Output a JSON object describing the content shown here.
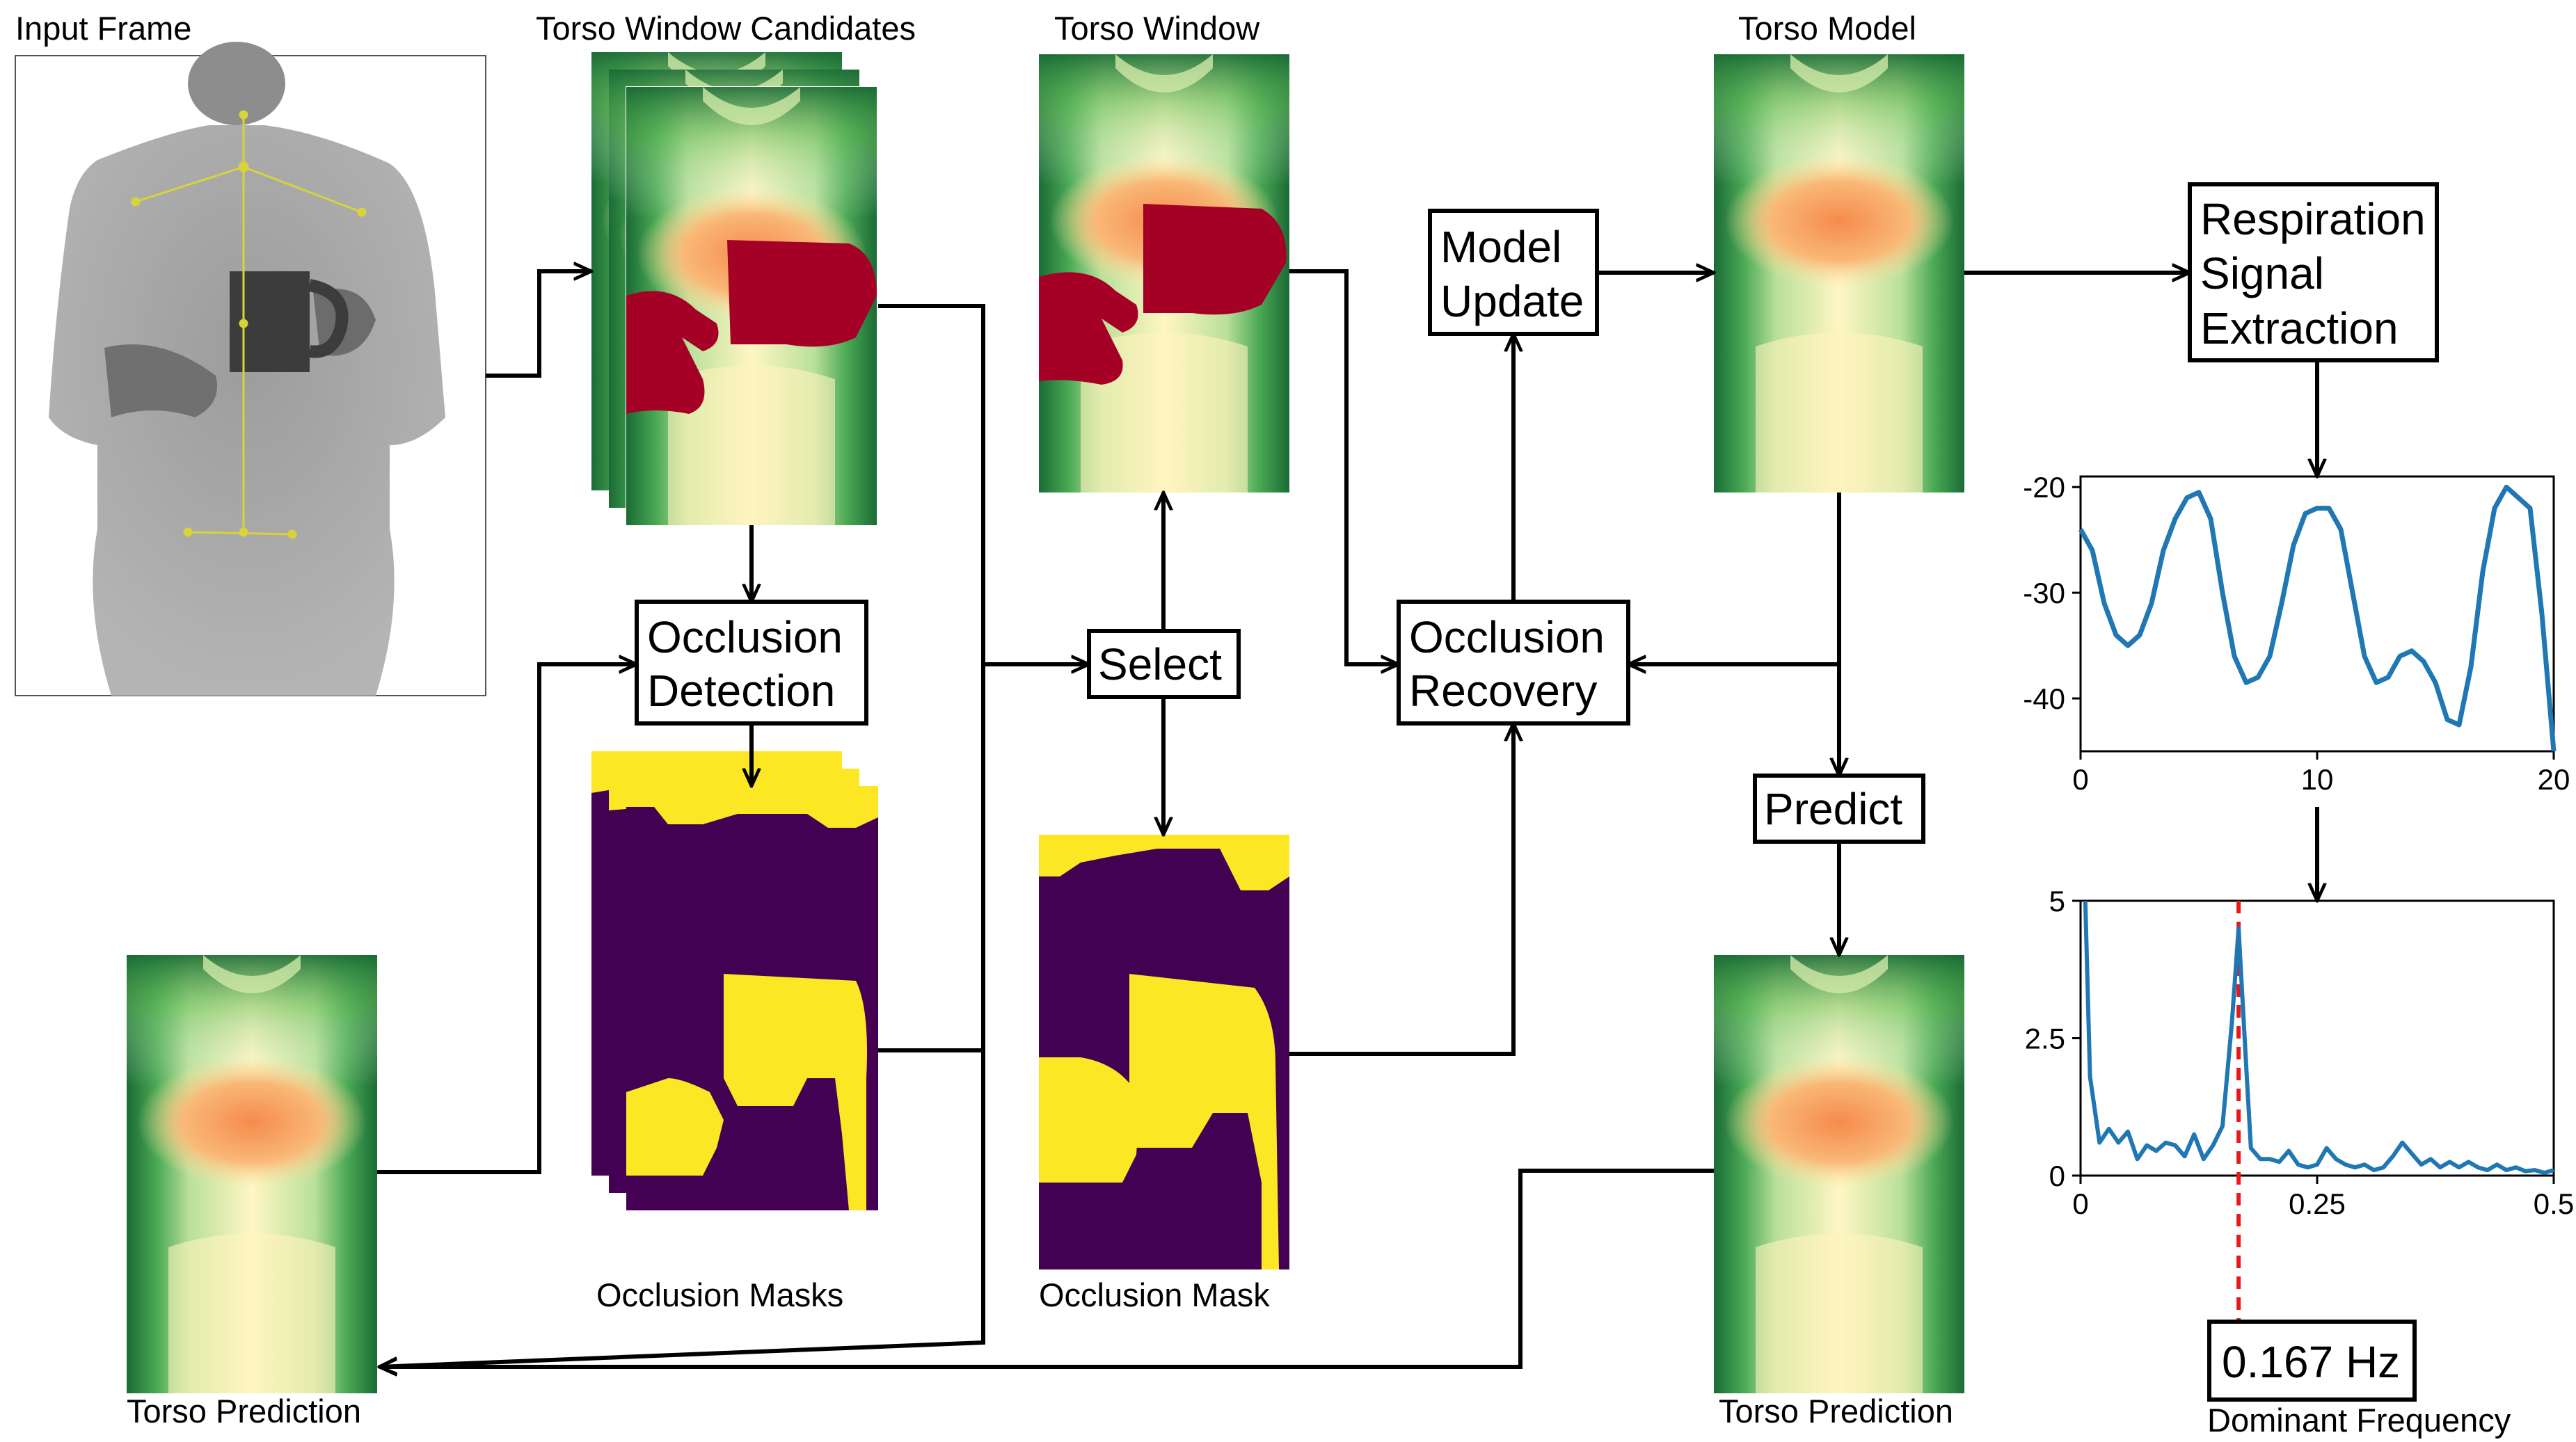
{
  "labels": {
    "input_frame": "Input Frame",
    "torso_window_candidates": "Torso Window Candidates",
    "torso_window": "Torso Window",
    "torso_model": "Torso Model",
    "occlusion_masks": "Occlusion Masks",
    "occlusion_mask": "Occlusion Mask",
    "torso_prediction_left": "Torso Prediction",
    "torso_prediction_right": "Torso Prediction",
    "dominant_frequency": "Dominant Frequency"
  },
  "boxes": {
    "model_update": [
      "Model",
      "Update"
    ],
    "respiration": [
      "Respiration",
      "Signal",
      "Extraction"
    ],
    "occlusion_detection": [
      "Occlusion",
      "Detection"
    ],
    "select": "Select",
    "occlusion_recovery": [
      "Occlusion",
      "Recovery"
    ],
    "predict": "Predict"
  },
  "frequency_readout": "0.167 Hz",
  "colors": {
    "signal_line": "#1f77b4",
    "peak_marker": "#e41a1c",
    "occlusion_red": "#a50026",
    "mask_purple": "#440154",
    "mask_yellow": "#fde725",
    "torso_dark_green": "#1a6b35",
    "torso_light": "#fff6c4",
    "torso_orange": "#f7a35c"
  },
  "chart_data": [
    {
      "type": "line",
      "title": "",
      "xlabel": "",
      "ylabel": "",
      "xlim": [
        0,
        20
      ],
      "ylim": [
        -45,
        -19
      ],
      "xticks": [
        0,
        10,
        20
      ],
      "yticks": [
        -20,
        -30,
        -40
      ],
      "grid": false,
      "series": [
        {
          "x": [
            0,
            0.5,
            1,
            1.5,
            2,
            2.5,
            3,
            3.5,
            4,
            4.5,
            5,
            5.5,
            6,
            6.5,
            7,
            7.5,
            8,
            8.5,
            9,
            9.5,
            10,
            10.5,
            11,
            11.5,
            12,
            12.5,
            13,
            13.5,
            14,
            14.5,
            15,
            15.5,
            16,
            16.5,
            17,
            17.5,
            18,
            18.5,
            19,
            19.5,
            20
          ],
          "y": [
            -24,
            -26,
            -31,
            -34,
            -35,
            -34,
            -31,
            -26,
            -23,
            -21,
            -20.5,
            -23,
            -30,
            -36,
            -38.5,
            -38,
            -36,
            -31,
            -25.5,
            -22.5,
            -22,
            -22,
            -24,
            -30,
            -36,
            -38.5,
            -38,
            -36,
            -35.5,
            -36.5,
            -38.5,
            -42,
            -42.5,
            -37,
            -28,
            -22,
            -20,
            -21,
            -22,
            -32,
            -45
          ]
        }
      ]
    },
    {
      "type": "line",
      "title": "",
      "xlabel": "",
      "ylabel": "",
      "xlim": [
        0,
        0.5
      ],
      "ylim": [
        0,
        5
      ],
      "xticks": [
        0,
        0.25,
        0.5
      ],
      "yticks": [
        0,
        2.5,
        5
      ],
      "xtick_labels": [
        "0",
        "0.25",
        "0.5"
      ],
      "ytick_labels": [
        "0",
        "2.5",
        "5"
      ],
      "grid": false,
      "peak_x": 0.167,
      "series": [
        {
          "x": [
            0.005,
            0.01,
            0.02,
            0.03,
            0.04,
            0.05,
            0.06,
            0.07,
            0.08,
            0.09,
            0.1,
            0.11,
            0.12,
            0.13,
            0.14,
            0.15,
            0.16,
            0.167,
            0.175,
            0.18,
            0.19,
            0.2,
            0.21,
            0.22,
            0.23,
            0.24,
            0.25,
            0.26,
            0.27,
            0.28,
            0.29,
            0.3,
            0.31,
            0.32,
            0.33,
            0.34,
            0.35,
            0.36,
            0.37,
            0.38,
            0.39,
            0.4,
            0.41,
            0.42,
            0.43,
            0.44,
            0.45,
            0.46,
            0.47,
            0.48,
            0.49,
            0.5
          ],
          "y": [
            5,
            1.8,
            0.6,
            0.85,
            0.6,
            0.8,
            0.3,
            0.55,
            0.45,
            0.6,
            0.55,
            0.35,
            0.75,
            0.3,
            0.55,
            0.9,
            2.8,
            4.5,
            2.0,
            0.5,
            0.3,
            0.3,
            0.25,
            0.45,
            0.2,
            0.15,
            0.2,
            0.5,
            0.3,
            0.2,
            0.15,
            0.2,
            0.1,
            0.15,
            0.35,
            0.6,
            0.4,
            0.2,
            0.3,
            0.15,
            0.25,
            0.15,
            0.25,
            0.15,
            0.1,
            0.2,
            0.1,
            0.15,
            0.08,
            0.1,
            0.05,
            0.1
          ]
        }
      ]
    }
  ]
}
